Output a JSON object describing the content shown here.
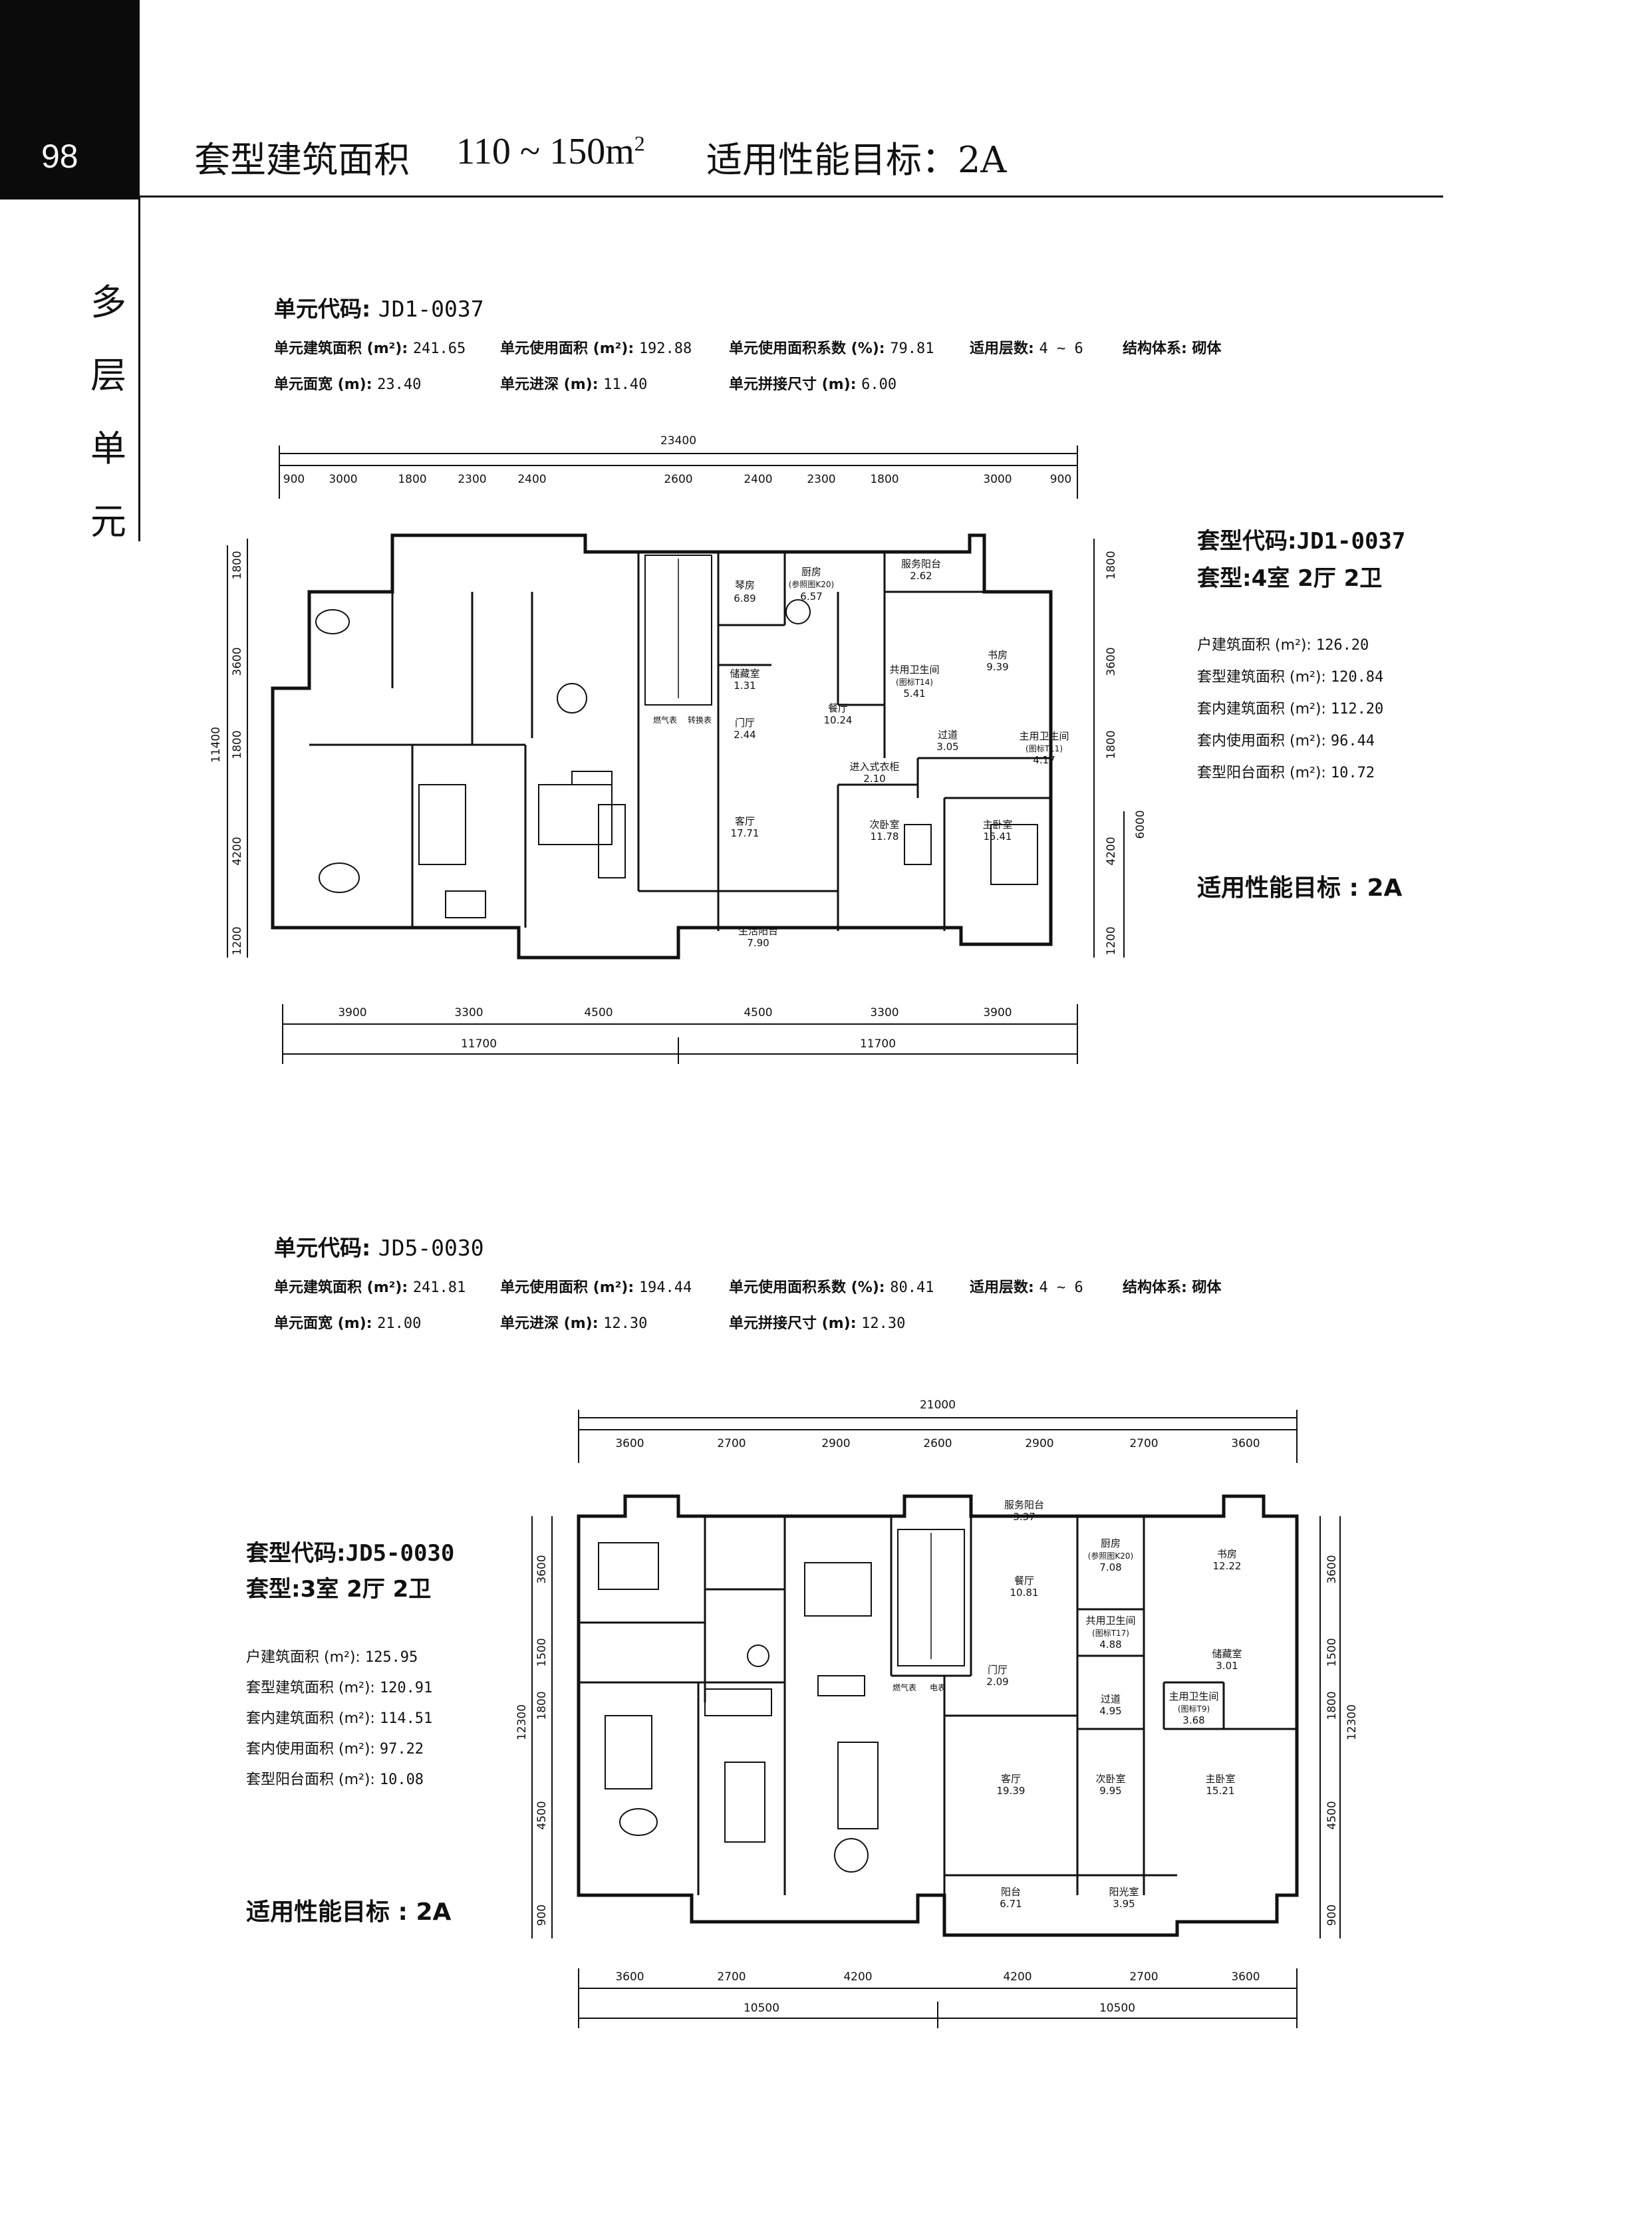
{
  "header": {
    "page_number": "98",
    "title": "套型建筑面积",
    "area_range": "110 ~ 150m",
    "area_sup": "2",
    "performance": "适用性能目标：2A"
  },
  "side_label": [
    "多",
    "层",
    "单",
    "元"
  ],
  "unit1": {
    "code_label": "单元代码:",
    "code": "JD1-0037",
    "specs": {
      "r1": [
        {
          "label": "单元建筑面积 (m²):",
          "value": "241.65"
        },
        {
          "label": "单元使用面积 (m²):",
          "value": "192.88"
        },
        {
          "label": "单元使用面积系数 (%):",
          "value": "79.81"
        },
        {
          "label": "适用层数:",
          "value": "4 ~ 6"
        },
        {
          "label": "结构体系:",
          "value": "砌体"
        }
      ],
      "r2": [
        {
          "label": "单元面宽 (m):",
          "value": "23.40"
        },
        {
          "label": "单元进深 (m):",
          "value": "11.40"
        },
        {
          "label": "单元拼接尺寸 (m):",
          "value": "6.00"
        }
      ]
    },
    "type_code_label": "套型代码:",
    "type_code": "JD1-0037",
    "type_label": "套型:",
    "type_value": "4室  2厅  2卫",
    "areas": [
      {
        "label": "户建筑面积 (m²):",
        "value": "126.20"
      },
      {
        "label": "套型建筑面积 (m²):",
        "value": "120.84"
      },
      {
        "label": "套内建筑面积 (m²):",
        "value": "112.20"
      },
      {
        "label": "套内使用面积 (m²):",
        "value": "96.44"
      },
      {
        "label": "套型阳台面积 (m²):",
        "value": "10.72"
      }
    ],
    "performance": "适用性能目标 :  2A",
    "plan": {
      "top_total": "23400",
      "top_dims": [
        "900",
        "3000",
        "1800",
        "2300",
        "2400",
        "2600",
        "2400",
        "2300",
        "1800",
        "3000",
        "900"
      ],
      "left_dims": [
        "1800",
        "3600",
        "1800",
        "4200",
        "1200"
      ],
      "left_total": "11400",
      "right_dims": [
        "1800",
        "3600",
        "1800",
        "4200",
        "1200"
      ],
      "right_extra": "6000",
      "bottom_dims": [
        "3900",
        "3300",
        "4500",
        "4500",
        "3300",
        "3900"
      ],
      "bottom_totals": [
        "11700",
        "11700"
      ],
      "rooms": [
        {
          "name": "琴房",
          "area": "6.89"
        },
        {
          "name": "厨房",
          "sub": "(参照图K20)",
          "area": "6.57"
        },
        {
          "name": "服务阳台",
          "area": "2.62"
        },
        {
          "name": "储藏室",
          "area": "1.31"
        },
        {
          "name": "共用卫生间",
          "sub": "(图标T14)",
          "area": "5.41"
        },
        {
          "name": "书房",
          "area": "9.39"
        },
        {
          "name": "餐厅",
          "area": "10.24"
        },
        {
          "name": "门厅",
          "area": "2.44"
        },
        {
          "name": "过道",
          "area": "3.05"
        },
        {
          "name": "主用卫生间",
          "sub": "(图标T11)",
          "area": "4.17"
        },
        {
          "name": "进入式衣柜",
          "area": "2.10"
        },
        {
          "name": "客厅",
          "area": "17.71"
        },
        {
          "name": "次卧室",
          "area": "11.78"
        },
        {
          "name": "主卧室",
          "area": "15.41"
        },
        {
          "name": "生活阳台",
          "area": "7.90"
        }
      ],
      "pipe_labels": [
        "燃气表",
        "转换表"
      ]
    }
  },
  "unit2": {
    "code_label": "单元代码:",
    "code": "JD5-0030",
    "specs": {
      "r1": [
        {
          "label": "单元建筑面积 (m²):",
          "value": "241.81"
        },
        {
          "label": "单元使用面积 (m²):",
          "value": "194.44"
        },
        {
          "label": "单元使用面积系数 (%):",
          "value": "80.41"
        },
        {
          "label": "适用层数:",
          "value": "4 ~ 6"
        },
        {
          "label": "结构体系:",
          "value": "砌体"
        }
      ],
      "r2": [
        {
          "label": "单元面宽 (m):",
          "value": "21.00"
        },
        {
          "label": "单元进深 (m):",
          "value": "12.30"
        },
        {
          "label": "单元拼接尺寸 (m):",
          "value": "12.30"
        }
      ]
    },
    "type_code_label": "套型代码:",
    "type_code": "JD5-0030",
    "type_label": "套型:",
    "type_value": "3室  2厅  2卫",
    "areas": [
      {
        "label": "户建筑面积 (m²):",
        "value": "125.95"
      },
      {
        "label": "套型建筑面积 (m²):",
        "value": "120.91"
      },
      {
        "label": "套内建筑面积 (m²):",
        "value": "114.51"
      },
      {
        "label": "套内使用面积 (m²):",
        "value": "97.22"
      },
      {
        "label": "套型阳台面积 (m²):",
        "value": "10.08"
      }
    ],
    "performance": "适用性能目标 :  2A",
    "plan": {
      "top_total": "21000",
      "top_dims": [
        "3600",
        "2700",
        "2900",
        "2600",
        "2900",
        "2700",
        "3600"
      ],
      "left_dims": [
        "3600",
        "1500",
        "1800",
        "4500",
        "900"
      ],
      "left_total": "12300",
      "right_dims": [
        "3600",
        "1500",
        "1800",
        "4500",
        "900"
      ],
      "right_total": "12300",
      "bottom_dims": [
        "3600",
        "2700",
        "4200",
        "4200",
        "2700",
        "3600"
      ],
      "bottom_totals": [
        "10500",
        "10500"
      ],
      "rooms": [
        {
          "name": "服务阳台",
          "area": "3.37"
        },
        {
          "name": "厨房",
          "sub": "(参照图K20)",
          "area": "7.08"
        },
        {
          "name": "书房",
          "area": "12.22"
        },
        {
          "name": "餐厅",
          "area": "10.81"
        },
        {
          "name": "共用卫生间",
          "sub": "(图标T17)",
          "area": "4.88"
        },
        {
          "name": "储藏室",
          "area": "3.01"
        },
        {
          "name": "门厅",
          "area": "2.09"
        },
        {
          "name": "过道",
          "area": "4.95"
        },
        {
          "name": "主用卫生间",
          "sub": "(图标T9)",
          "area": "3.68"
        },
        {
          "name": "客厅",
          "area": "19.39"
        },
        {
          "name": "次卧室",
          "area": "9.95"
        },
        {
          "name": "主卧室",
          "area": "15.21"
        },
        {
          "name": "阳台",
          "area": "6.71"
        },
        {
          "name": "阳光室",
          "area": "3.95"
        }
      ],
      "pipe_labels": [
        "燃气表",
        "电表"
      ]
    }
  }
}
